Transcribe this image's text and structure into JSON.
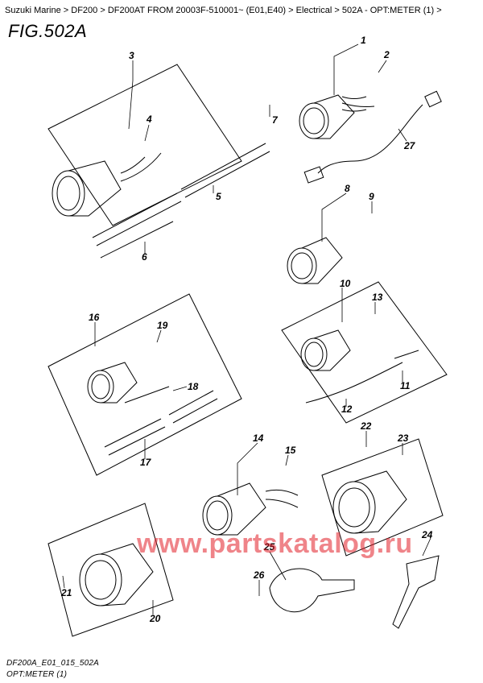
{
  "breadcrumb": [
    "Suzuki Marine",
    "DF200",
    "DF200AT FROM 20003F-510001~ (E01,E40)",
    "Electrical",
    "502A - OPT:METER (1)"
  ],
  "breadcrumb_separator": ">",
  "figure_title": "FIG.502A",
  "footer": {
    "code": "DF200A_E01_015_502A",
    "caption": "OPT:METER (1)"
  },
  "watermark": "www.partskatalog.ru",
  "callouts": [
    "1",
    "2",
    "3",
    "4",
    "5",
    "6",
    "7",
    "8",
    "9",
    "10",
    "11",
    "12",
    "13",
    "14",
    "15",
    "16",
    "17",
    "18",
    "19",
    "20",
    "21",
    "22",
    "23",
    "24",
    "25",
    "26",
    "27"
  ]
}
